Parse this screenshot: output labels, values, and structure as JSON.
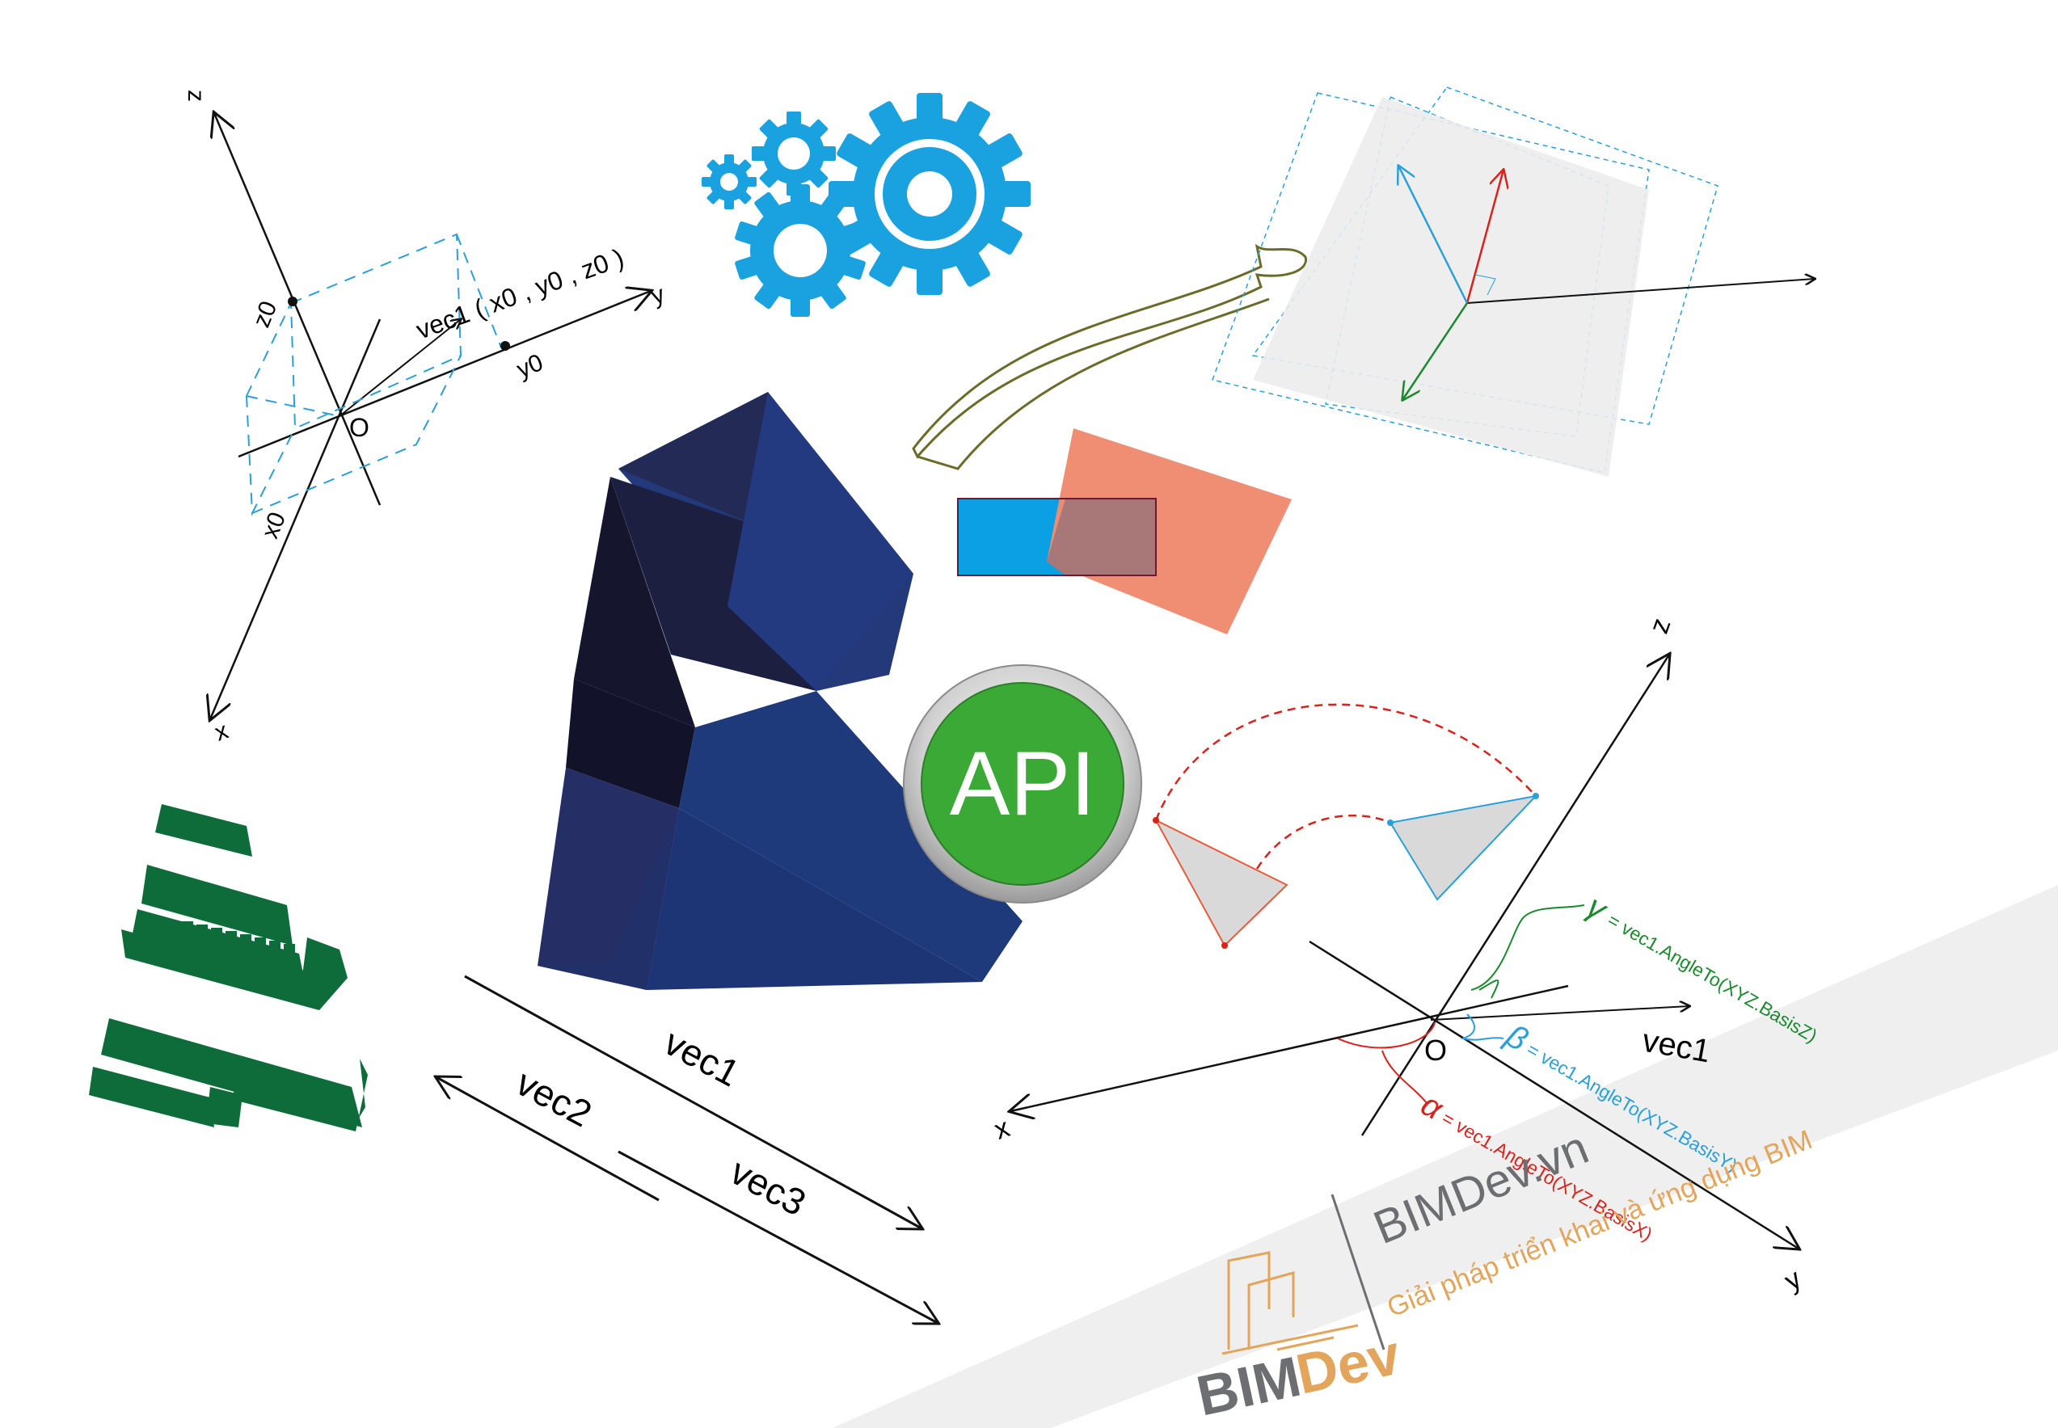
{
  "axes_left": {
    "z": "z",
    "y": "y",
    "x": "x",
    "origin": "O",
    "z0": "z0",
    "y0": "y0",
    "x0": "x0",
    "vec_label": "vec1 ( x0 , y0 , z0 )"
  },
  "api_badge": {
    "label": "API",
    "color": "#3aa935"
  },
  "revit_logo": {
    "color_dark": "#1f2146",
    "color_blue": "#23397a"
  },
  "vectors": {
    "vec1": "vec1",
    "vec2": "vec2",
    "vec3": "vec3"
  },
  "axes_right": {
    "z": "z",
    "y": "y",
    "x": "x",
    "origin": "O",
    "vec": "vec1",
    "gamma_symbol": "γ",
    "gamma_text": "= vec1.AngleTo(XYZ.BasisZ)",
    "gamma_color": "#1b8a2e",
    "beta_symbol": "β",
    "beta_text": "= vec1.AngleTo(XYZ.BasisY)",
    "beta_color": "#2a9fd8",
    "alpha_symbol": "α",
    "alpha_text": "= vec1.AngleTo(XYZ.BasisX)",
    "alpha_color": "#d9221c"
  },
  "brand": {
    "name": "BIMDev.vn",
    "tagline": "Giải pháp triển khai và ứng dụng BIM",
    "logo_text_bim": "BIM",
    "logo_text_dev": "Dev",
    "gray": "#6d6e71",
    "gold": "#e3a55b"
  },
  "gear_color": "#1aa1e0",
  "rect_blue": "#0b9fe3",
  "rect_salmon": "#f08c71"
}
